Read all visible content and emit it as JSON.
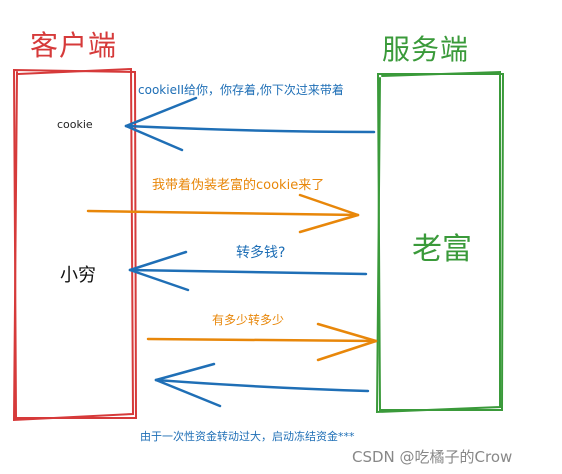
{
  "client": {
    "title": "客户端",
    "cookie_label": "cookie",
    "user_label": "小穷"
  },
  "server": {
    "title": "服务端",
    "user_label": "老富"
  },
  "messages": [
    {
      "text": "cookieII给你，你存着,你下次过来带着",
      "direction": "server-to-client",
      "color": "#1f6fb6"
    },
    {
      "text": "我带着伪装老富的cookie来了",
      "direction": "client-to-server",
      "color": "#e8870a"
    },
    {
      "text": "转多钱?",
      "direction": "server-to-client",
      "color": "#1f6fb6"
    },
    {
      "text": "有多少转多少",
      "direction": "client-to-server",
      "color": "#e8870a"
    },
    {
      "text": "由于一次性资金转动过大，启动冻结资金***",
      "direction": "server-to-client",
      "color": "#1f6fb6"
    }
  ],
  "colors": {
    "client": "#d63a3a",
    "server": "#3a9a3a",
    "response_arrow": "#1f6fb6",
    "request_arrow": "#e8870a"
  },
  "watermark": "CSDN @吃橘子的Crow"
}
